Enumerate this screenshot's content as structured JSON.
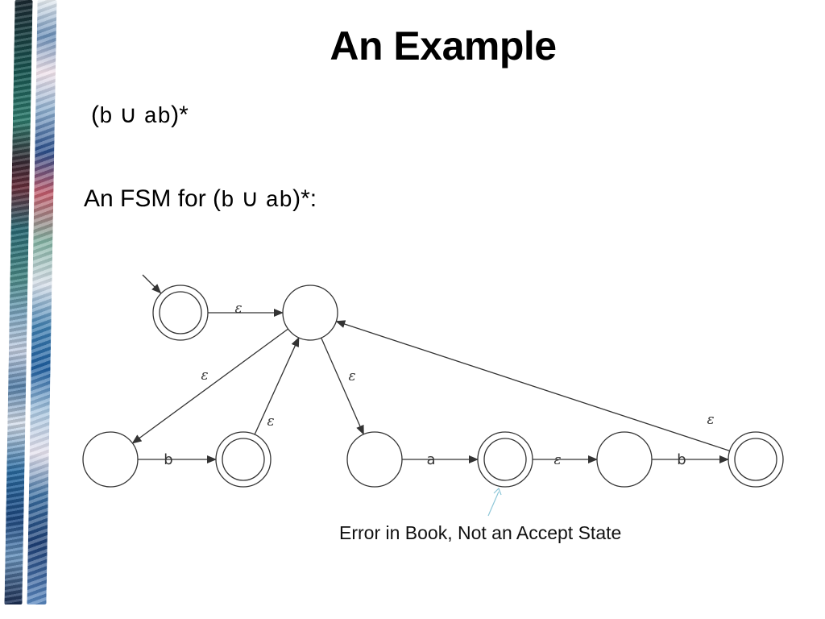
{
  "slide": {
    "title": "An Example",
    "expr1": {
      "open": "(",
      "sym_b": "b",
      "union": "∪",
      "sym_ab": "ab",
      "close": ")*"
    },
    "expr2": {
      "prefix": "An FSM for (",
      "sym_b": "b",
      "union": "∪",
      "sym_ab": "ab",
      "close": ")*:"
    },
    "note": "Error in Book, Not an Accept State"
  },
  "diagram": {
    "states": [
      {
        "id": "q_start",
        "accepting": true,
        "initial": true
      },
      {
        "id": "q_hub",
        "accepting": false
      },
      {
        "id": "q_b1",
        "accepting": false
      },
      {
        "id": "q_b2",
        "accepting": true
      },
      {
        "id": "q_a1",
        "accepting": false
      },
      {
        "id": "q_a2",
        "accepting": true
      },
      {
        "id": "q_a3",
        "accepting": false
      },
      {
        "id": "q_a4",
        "accepting": true
      }
    ],
    "edges": [
      {
        "from": "q_start",
        "to": "q_hub",
        "label": "ε"
      },
      {
        "from": "q_hub",
        "to": "q_b1",
        "label": "ε"
      },
      {
        "from": "q_b1",
        "to": "q_b2",
        "label": "b"
      },
      {
        "from": "q_b2",
        "to": "q_hub",
        "label": "ε"
      },
      {
        "from": "q_hub",
        "to": "q_a1",
        "label": "ε"
      },
      {
        "from": "q_a1",
        "to": "q_a2",
        "label": "a"
      },
      {
        "from": "q_a2",
        "to": "q_a3",
        "label": "ε"
      },
      {
        "from": "q_a3",
        "to": "q_a4",
        "label": "b"
      },
      {
        "from": "q_a4",
        "to": "q_hub",
        "label": "ε"
      }
    ]
  }
}
